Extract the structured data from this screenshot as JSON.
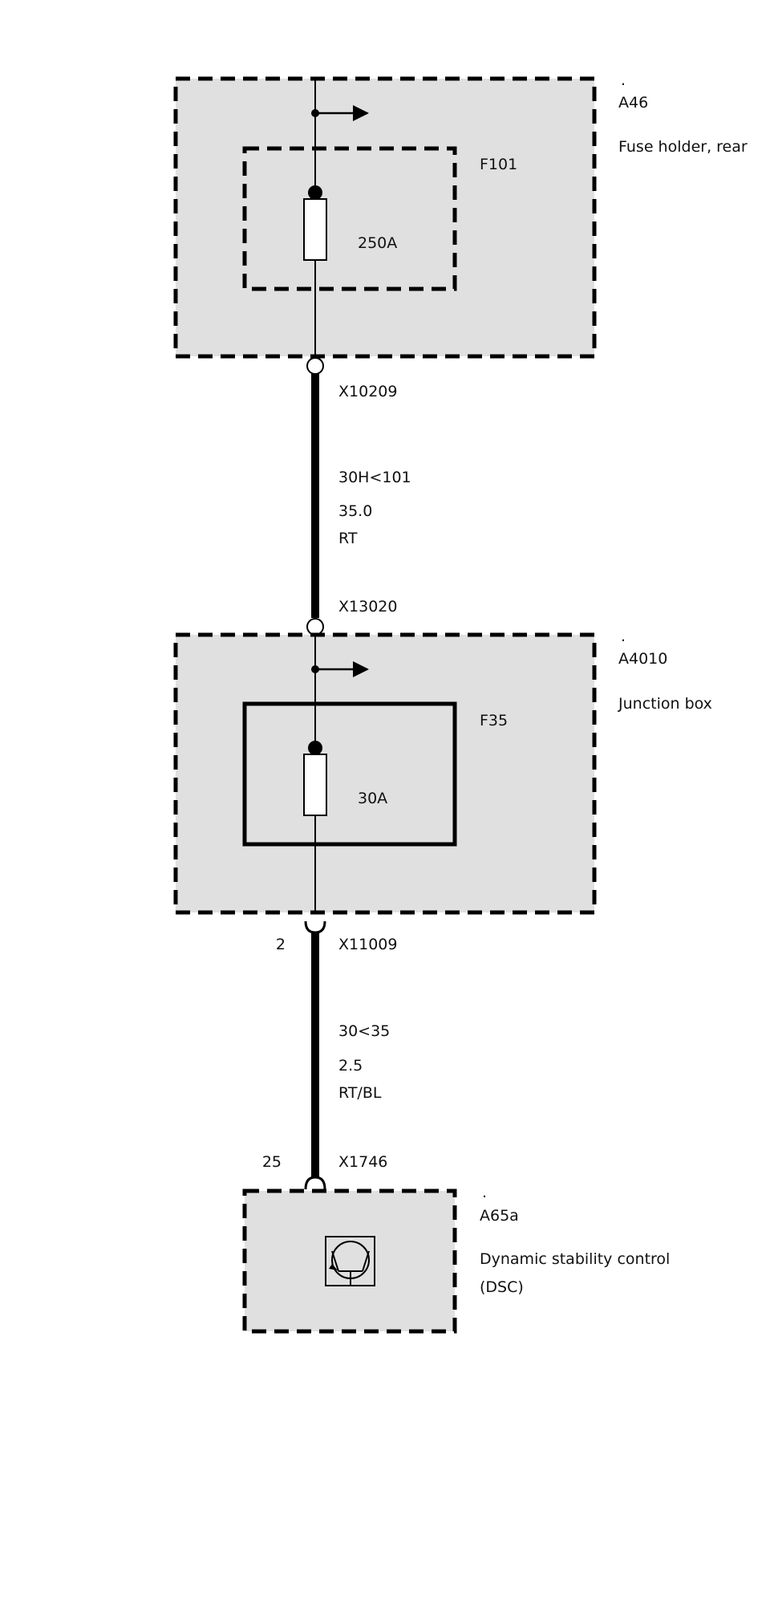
{
  "components": [
    {
      "dot": ".",
      "id": "A46",
      "name": "Fuse holder, rear"
    },
    {
      "dot": ".",
      "id": "A4010",
      "name": "Junction box"
    },
    {
      "dot": ".",
      "id": "A65a",
      "name_line1": "Dynamic stability control",
      "name_line2": "(DSC)"
    }
  ],
  "fuses": [
    {
      "id": "F101",
      "rating": "250A"
    },
    {
      "id": "F35",
      "rating": "30A"
    }
  ],
  "connectors": [
    {
      "id": "X10209"
    },
    {
      "id": "X13020"
    },
    {
      "id": "X11009",
      "pin": "2"
    },
    {
      "id": "X1746",
      "pin": "25"
    }
  ],
  "wires": [
    {
      "circuit": "30H<101",
      "gauge": "35.0",
      "color": "RT"
    },
    {
      "circuit": "30<35",
      "gauge": "2.5",
      "color": "RT/BL"
    }
  ],
  "icons": {
    "ecu": "transistor-icon",
    "continuation": "arrow-right-icon"
  },
  "colors": {
    "box_fill": "#e0e0e0",
    "line": "#000000"
  }
}
